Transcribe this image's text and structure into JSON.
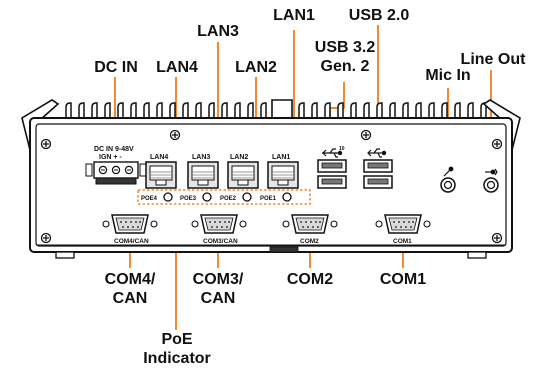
{
  "colors": {
    "leader": "#f08a34",
    "body": "#ffffff",
    "outline": "#111111",
    "port_fill": "#d9d9d9"
  },
  "callouts": {
    "lan1": "LAN1",
    "usb20": "USB 2.0",
    "lan3": "LAN3",
    "usb32_line1": "USB 3.2",
    "usb32_line2": "Gen. 2",
    "line_out": "Line Out",
    "dc_in": "DC IN",
    "lan4": "LAN4",
    "lan2": "LAN2",
    "mic_in": "Mic In",
    "com4_line1": "COM4/",
    "com4_line2": "CAN",
    "com3_line1": "COM3/",
    "com3_line2": "CAN",
    "com2": "COM2",
    "com1": "COM1",
    "poe_line1": "PoE",
    "poe_line2": "Indicator"
  },
  "panel_labels": {
    "dc_in_rating": "DC IN 9-48V",
    "ign_polarity": "IGN +  -",
    "lan4": "LAN4",
    "lan3": "LAN3",
    "lan2": "LAN2",
    "lan1": "LAN1",
    "poe4": "POE4",
    "poe3": "POE3",
    "poe2": "POE2",
    "poe1": "POE1",
    "com4": "COM4/CAN",
    "com3": "COM3/CAN",
    "com2": "COM2",
    "com1": "COM1"
  },
  "icons": {
    "usb32": "usb-superspeed-10-icon",
    "usb20": "usb-icon",
    "mic": "mic-icon",
    "line_out": "headphone-icon"
  }
}
